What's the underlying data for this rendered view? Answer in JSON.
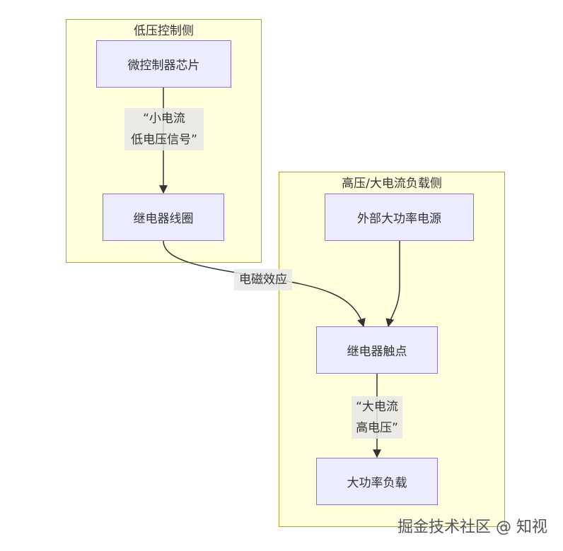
{
  "colors": {
    "cluster_fill": "#ffffde",
    "cluster_border": "#aaaa33",
    "node_fill": "#ececff",
    "node_border": "#9370db",
    "edge": "#333333",
    "edge_label_bg": "#e8e8e8"
  },
  "clusters": {
    "low_voltage": {
      "title": "低压控制侧"
    },
    "high_voltage": {
      "title": "高压/大电流负载侧"
    }
  },
  "nodes": {
    "mcu": "微控制器芯片",
    "coil": "继电器线圈",
    "power": "外部大功率电源",
    "contact": "继电器触点",
    "load": "大功率负载"
  },
  "edges": {
    "mcu_to_coil": {
      "line1": "“小电流",
      "line2": "低电压信号”"
    },
    "coil_to_contact": {
      "line1": "电磁效应"
    },
    "contact_to_load": {
      "line1": "“大电流",
      "line2": "高电压”"
    }
  },
  "watermark": "掘金技术社区 @ 知视"
}
